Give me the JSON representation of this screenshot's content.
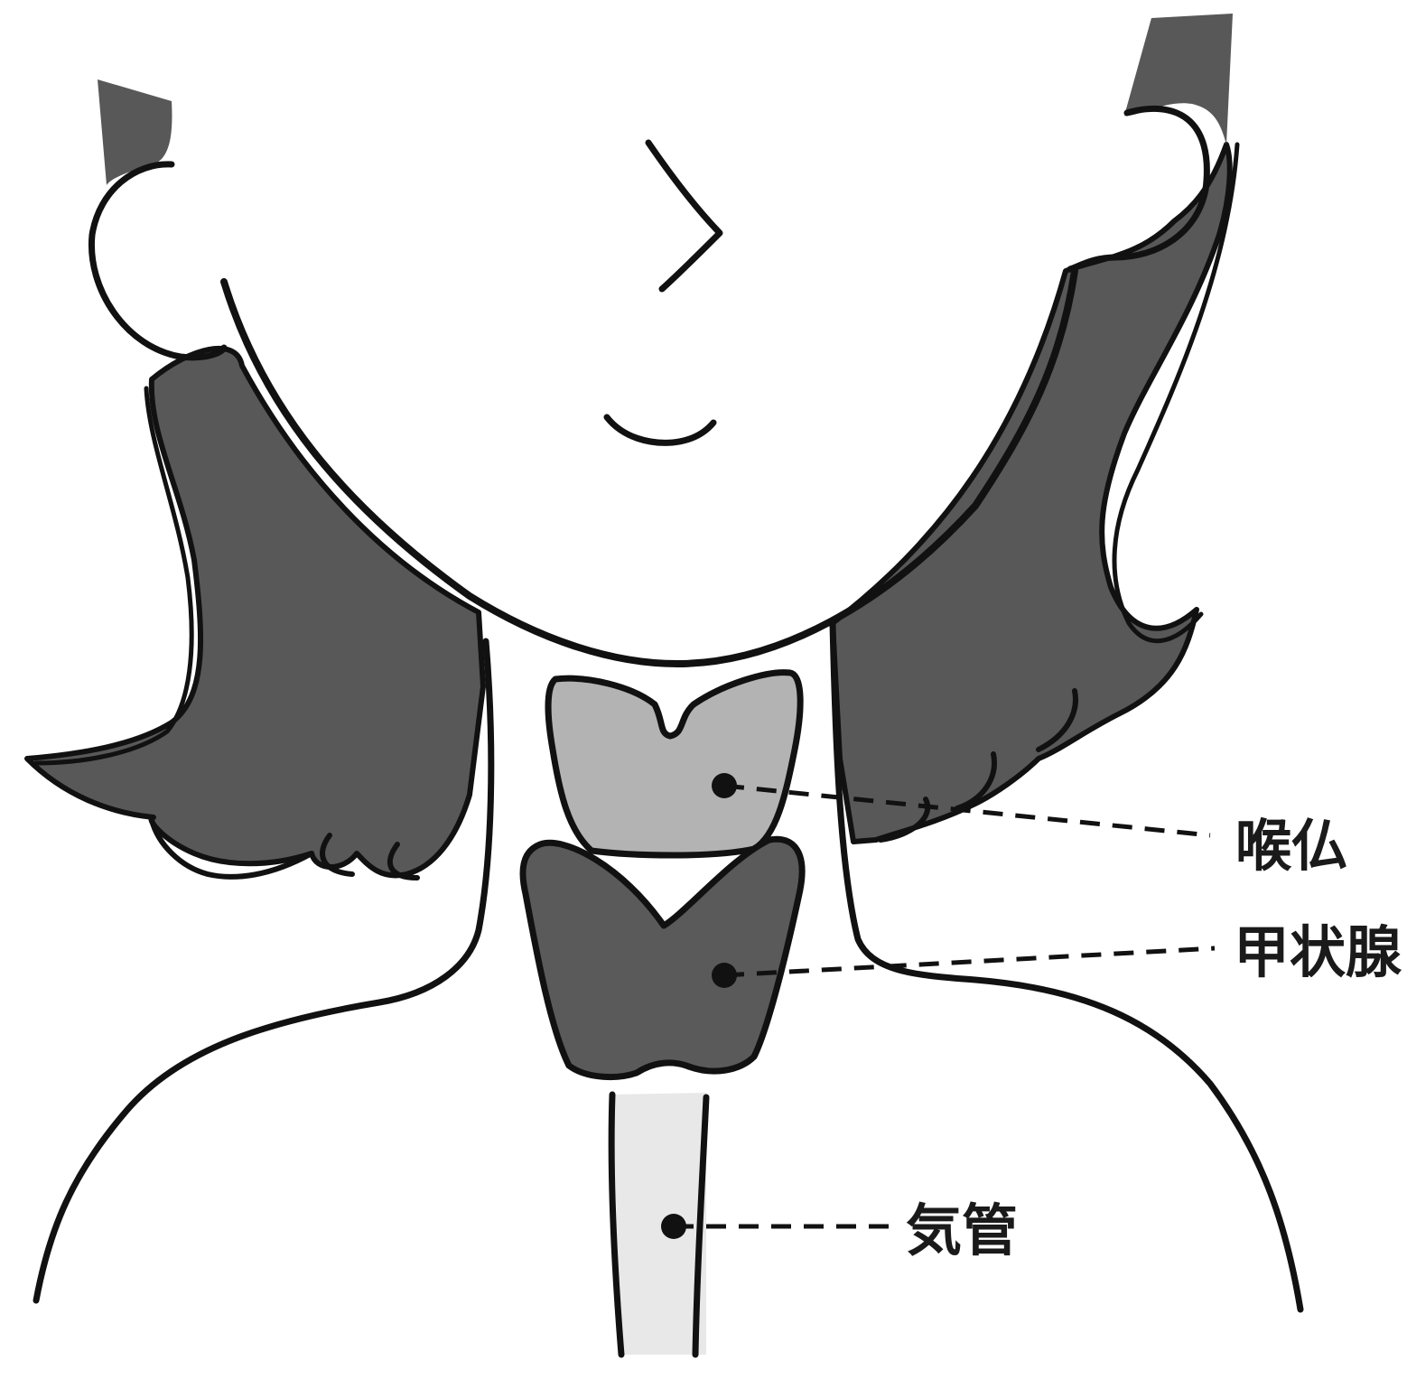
{
  "labels": {
    "adams_apple": "喉仏",
    "thyroid": "甲状腺",
    "trachea": "気管"
  },
  "colors": {
    "hair": "#585858",
    "adams_apple": "#b3b3b3",
    "thyroid": "#5a5a5a",
    "trachea": "#e8e8e8",
    "outline": "#111111",
    "background": "#ffffff"
  }
}
